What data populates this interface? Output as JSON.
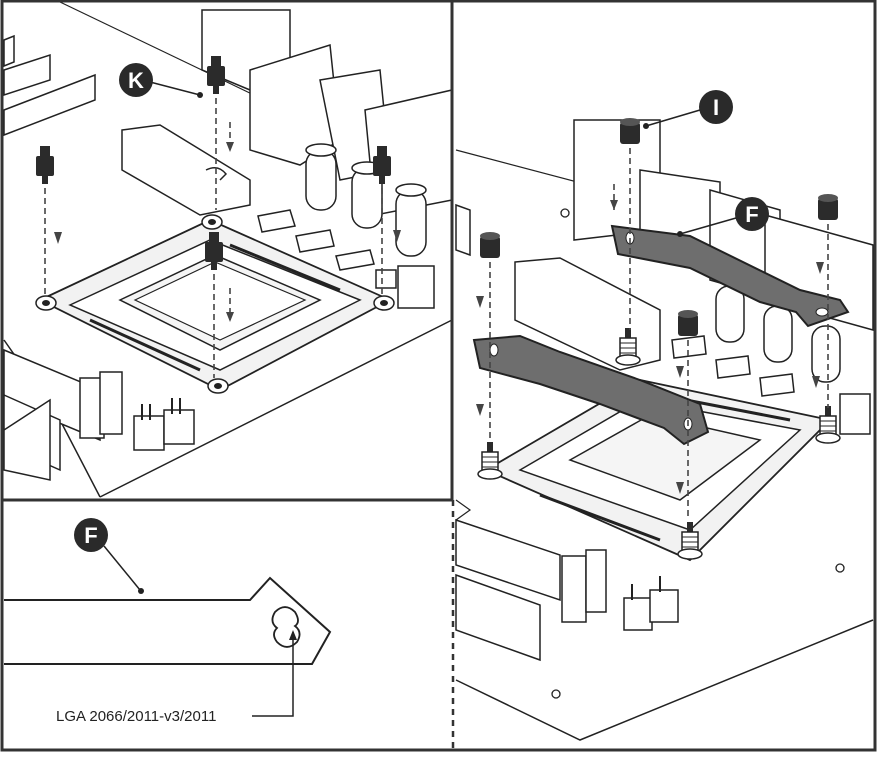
{
  "callouts": {
    "k": "K",
    "i": "I",
    "f_right": "F",
    "f_detail": "F"
  },
  "detail": {
    "socket_label": "LGA 2066/2011-v3/2011"
  },
  "colors": {
    "line": "#222222",
    "bar_fill": "#6e6e6e",
    "badge_fill": "#2a2a2a",
    "panel_border": "#333333",
    "light_fill": "#f2f2f2",
    "standoff_fill": "#2b2b2b"
  }
}
